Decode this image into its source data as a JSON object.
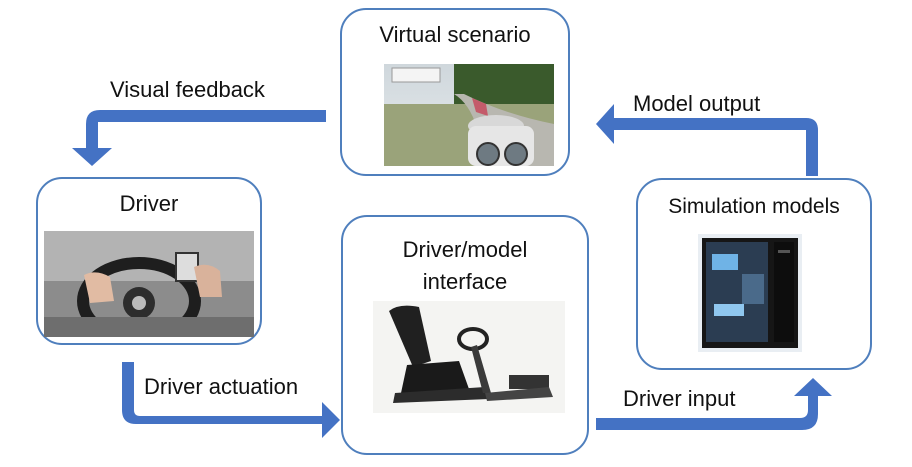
{
  "nodes": {
    "virtual_scenario": "Virtual scenario",
    "driver": "Driver",
    "interface_line1": "Driver/model",
    "interface_line2": "interface",
    "simulation": "Simulation models"
  },
  "edges": {
    "visual_feedback": "Visual feedback",
    "model_output": "Model output",
    "driver_actuation": "Driver actuation",
    "driver_input": "Driver input"
  },
  "colors": {
    "border": "#4f7fbd",
    "arrow": "#4472c4"
  },
  "images": {
    "scenario": "racing-game-screenshot",
    "driver": "hands-on-steering-wheel-photo",
    "interface": "racing-seat-rig-photo",
    "simulation": "pc-tower-photo"
  }
}
